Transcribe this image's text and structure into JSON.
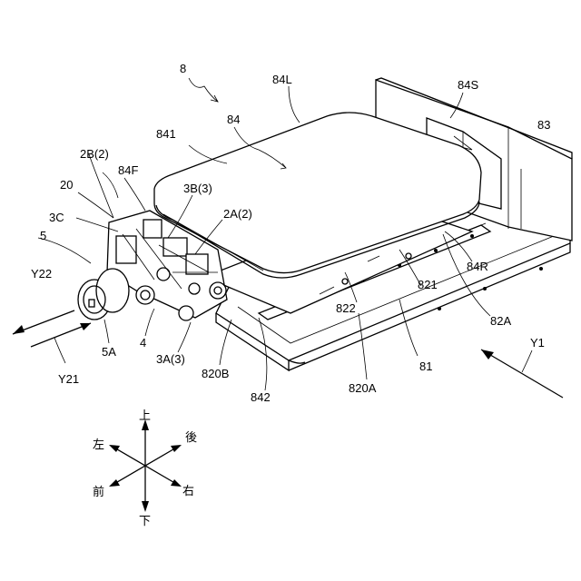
{
  "figure": {
    "labels": {
      "l8": "8",
      "l84L": "84L",
      "l84S": "84S",
      "l84": "84",
      "l83": "83",
      "l841": "841",
      "l2B": "2B(2)",
      "l84F": "84F",
      "l20": "20",
      "l3B": "3B(3)",
      "l2A": "2A(2)",
      "l3C": "3C",
      "l5": "5",
      "lY22": "Y22",
      "l84R": "84R",
      "l821": "821",
      "l822": "822",
      "l82A": "82A",
      "l4": "4",
      "l5A": "5A",
      "l3A": "3A(3)",
      "l820B": "820B",
      "l81": "81",
      "lY1": "Y1",
      "lY21": "Y21",
      "l842": "842",
      "l820A": "820A"
    },
    "directions": {
      "up": "上",
      "down": "下",
      "left": "左",
      "right": "右",
      "front": "前",
      "back": "後"
    }
  }
}
